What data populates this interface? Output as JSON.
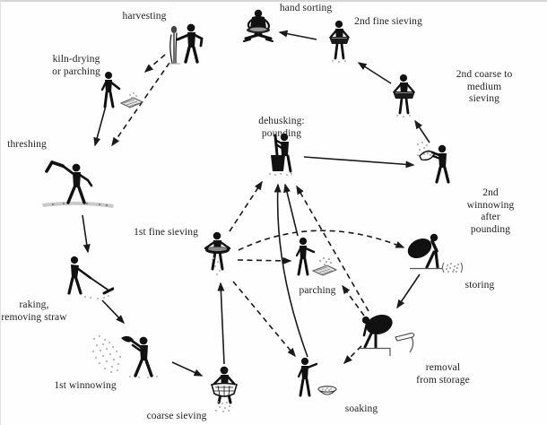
{
  "page": {
    "background": "#ffffff"
  },
  "diagram": {
    "type": "process-flow",
    "figure_color": "#111111",
    "text_color": "#1f1f1f",
    "arrow_styles": {
      "solid": "main path",
      "dashed": "alternative path"
    },
    "nodes": [
      {
        "id": "harvesting",
        "label": "harvesting"
      },
      {
        "id": "kiln_drying",
        "label": "kiln-drying\nor parching"
      },
      {
        "id": "threshing",
        "label": "threshing"
      },
      {
        "id": "raking",
        "label": "raking,\nremoving straw"
      },
      {
        "id": "first_winnowing",
        "label": "1st winnowing"
      },
      {
        "id": "coarse_sieving",
        "label": "coarse sieving"
      },
      {
        "id": "first_fine_sieving",
        "label": "1st fine sieving"
      },
      {
        "id": "dehusking",
        "label": "dehusking:\npounding"
      },
      {
        "id": "parching",
        "label": "parching"
      },
      {
        "id": "soaking",
        "label": "soaking"
      },
      {
        "id": "hand_sorting",
        "label": "hand sorting"
      },
      {
        "id": "second_fine_sieving",
        "label": "2nd fine sieving"
      },
      {
        "id": "second_coarse_sieving",
        "label": "2nd coarse to medium sieving"
      },
      {
        "id": "second_winnowing",
        "label": "2nd winnowing\nafter pounding"
      },
      {
        "id": "storing",
        "label": "storing"
      },
      {
        "id": "removal",
        "label": "removal\nfrom storage"
      }
    ],
    "edges": [
      {
        "from": "harvesting",
        "to": "kiln_drying",
        "style": "dashed"
      },
      {
        "from": "harvesting",
        "to": "threshing",
        "style": "dashed"
      },
      {
        "from": "kiln_drying",
        "to": "threshing",
        "style": "solid"
      },
      {
        "from": "threshing",
        "to": "raking",
        "style": "solid"
      },
      {
        "from": "raking",
        "to": "first_winnowing",
        "style": "solid"
      },
      {
        "from": "first_winnowing",
        "to": "coarse_sieving",
        "style": "solid"
      },
      {
        "from": "coarse_sieving",
        "to": "first_fine_sieving",
        "style": "solid"
      },
      {
        "from": "first_fine_sieving",
        "to": "dehusking",
        "style": "dashed"
      },
      {
        "from": "first_fine_sieving",
        "to": "parching",
        "style": "dashed"
      },
      {
        "from": "first_fine_sieving",
        "to": "storing",
        "style": "dashed"
      },
      {
        "from": "first_fine_sieving",
        "to": "soaking",
        "style": "dashed"
      },
      {
        "from": "parching",
        "to": "dehusking",
        "style": "solid"
      },
      {
        "from": "soaking",
        "to": "dehusking",
        "style": "solid"
      },
      {
        "from": "removal",
        "to": "dehusking",
        "style": "dashed"
      },
      {
        "from": "removal",
        "to": "parching",
        "style": "dashed"
      },
      {
        "from": "removal",
        "to": "soaking",
        "style": "dashed"
      },
      {
        "from": "storing",
        "to": "removal",
        "style": "solid"
      },
      {
        "from": "dehusking",
        "to": "second_winnowing",
        "style": "solid"
      },
      {
        "from": "second_winnowing",
        "to": "second_coarse_sieving",
        "style": "solid"
      },
      {
        "from": "second_coarse_sieving",
        "to": "second_fine_sieving",
        "style": "solid"
      },
      {
        "from": "second_fine_sieving",
        "to": "hand_sorting",
        "style": "solid"
      }
    ]
  }
}
